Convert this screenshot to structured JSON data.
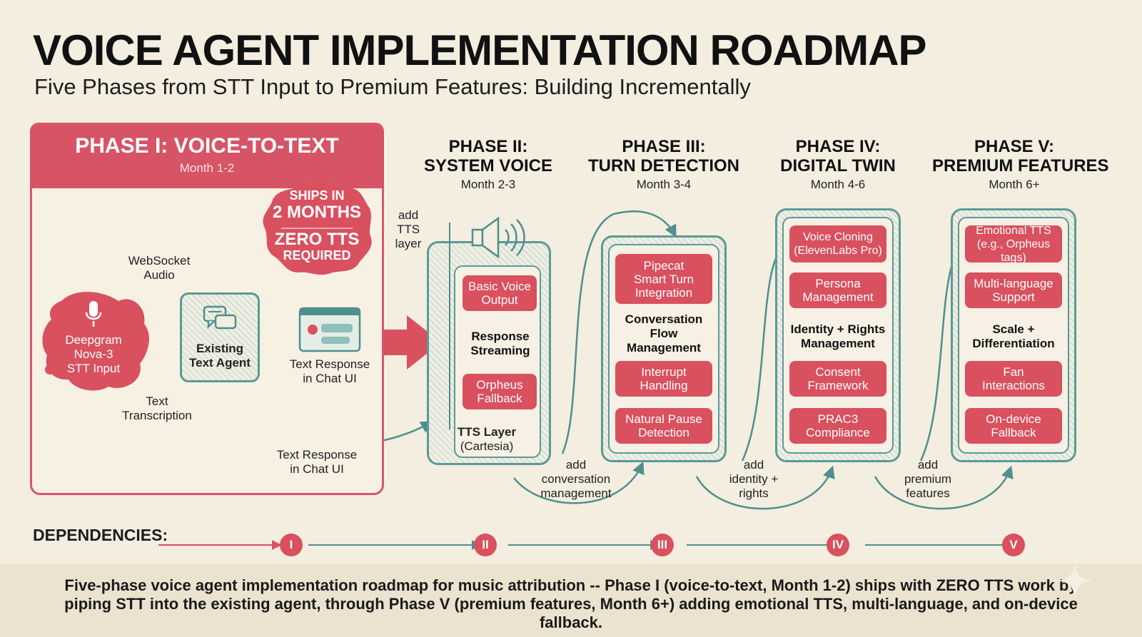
{
  "title": "VOICE AGENT IMPLEMENTATION ROADMAP",
  "subtitle": "Five Phases from STT Input to Premium Features: Building Incrementally",
  "colors": {
    "accent_red": "#d9505f",
    "teal": "#5a9a98",
    "background": "#f3eee0"
  },
  "phase1": {
    "title": "PHASE I: VOICE-TO-TEXT",
    "month": "Month 1-2",
    "badge": [
      "SHIPS IN",
      "2 MONTHS",
      "ZERO TTS",
      "REQUIRED"
    ],
    "input_label": [
      "Deepgram",
      "Nova-3",
      "STT Input"
    ],
    "input_icon": "microphone-icon",
    "websocket_label": [
      "WebSocket",
      "Audio"
    ],
    "agent_icon": "chat-bubbles-icon",
    "agent_label": [
      "Existing",
      "Text Agent"
    ],
    "ui_icon": "chat-window-icon",
    "response_label": [
      "Text Response",
      "in Chat UI"
    ],
    "transcription_label": [
      "Text",
      "Transcription"
    ],
    "response_label_bottom": [
      "Text Response",
      "in Chat UI"
    ]
  },
  "phase2": {
    "title": [
      "PHASE II:",
      "SYSTEM VOICE"
    ],
    "month": "Month 2-3",
    "add_label": [
      "add",
      "TTS",
      "layer"
    ],
    "speaker_icon": "speaker-icon",
    "items": [
      {
        "type": "pill",
        "text": "Basic Voice\nOutput"
      },
      {
        "type": "text",
        "text": "Response\nStreaming"
      },
      {
        "type": "pill",
        "text": "Orpheus\nFallback"
      }
    ],
    "footer": [
      "TTS Layer",
      "(Cartesia)"
    ]
  },
  "phase3": {
    "title": [
      "PHASE III:",
      "TURN DETECTION"
    ],
    "month": "Month 3-4",
    "items": [
      {
        "type": "pill",
        "text": "Pipecat\nSmart Turn\nIntegration"
      },
      {
        "type": "text",
        "text": "Conversation\nFlow\nManagement"
      },
      {
        "type": "pill",
        "text": "Interrupt\nHandling"
      },
      {
        "type": "pill",
        "text": "Natural Pause\nDetection"
      }
    ],
    "add_label": [
      "add",
      "conversation",
      "management"
    ]
  },
  "phase4": {
    "title": [
      "PHASE IV:",
      "DIGITAL TWIN"
    ],
    "month": "Month 4-6",
    "items": [
      {
        "type": "pill",
        "text": "Voice Cloning\n(ElevenLabs Pro)"
      },
      {
        "type": "pill",
        "text": "Persona\nManagement"
      },
      {
        "type": "text",
        "text": "Identity + Rights\nManagement"
      },
      {
        "type": "pill",
        "text": "Consent\nFramework"
      },
      {
        "type": "pill",
        "text": "PRAC3\nCompliance"
      }
    ],
    "add_label": [
      "add",
      "identity +",
      "rights"
    ]
  },
  "phase5": {
    "title": [
      "PHASE V:",
      "PREMIUM FEATURES"
    ],
    "month": "Month 6+",
    "items": [
      {
        "type": "pill",
        "text": "Emotional TTS\n(e.g., Orpheus tags)"
      },
      {
        "type": "pill",
        "text": "Multi-language\nSupport"
      },
      {
        "type": "text",
        "text": "Scale +\nDifferentiation"
      },
      {
        "type": "pill",
        "text": "Fan\nInteractions"
      },
      {
        "type": "pill",
        "text": "On-device\nFallback"
      }
    ],
    "add_label": [
      "add",
      "premium",
      "features"
    ]
  },
  "dependencies": {
    "label": "DEPENDENCIES:",
    "nodes": [
      "I",
      "II",
      "III",
      "IV",
      "V"
    ]
  },
  "caption": "Five-phase voice agent implementation roadmap for music attribution -- Phase I (voice-to-text, Month 1-2) ships with ZERO TTS work by piping STT into the existing agent, through Phase V (premium features, Month 6+) adding emotional TTS, multi-language, and on-device fallback.",
  "corner_icon": "sparkle-icon"
}
